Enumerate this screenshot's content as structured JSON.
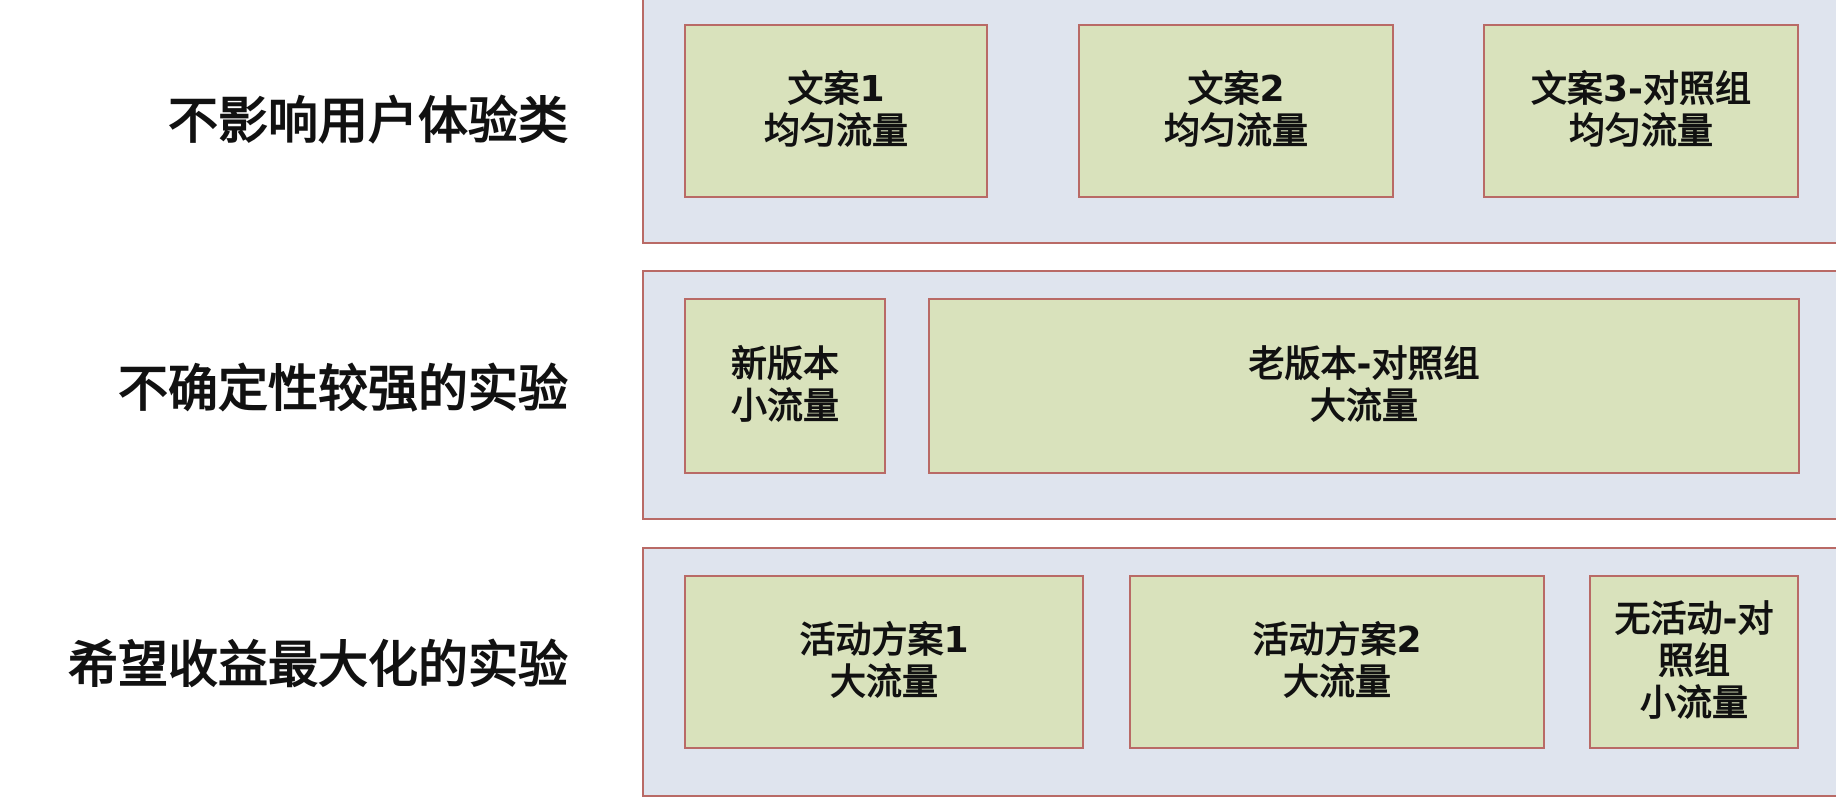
{
  "rows": [
    {
      "label": "不影响用户体验类",
      "boxes": [
        {
          "lines": [
            "文案1",
            "均匀流量"
          ]
        },
        {
          "lines": [
            "文案2",
            "均匀流量"
          ]
        },
        {
          "lines": [
            "文案3-对照组",
            "均匀流量"
          ]
        }
      ]
    },
    {
      "label": "不确定性较强的实验",
      "boxes": [
        {
          "lines": [
            "新版本",
            "小流量"
          ]
        },
        {
          "lines": [
            "老版本-对照组",
            "大流量"
          ]
        }
      ]
    },
    {
      "label": "希望收益最大化的实验",
      "boxes": [
        {
          "lines": [
            "活动方案1",
            "大流量"
          ]
        },
        {
          "lines": [
            "活动方案2",
            "大流量"
          ]
        },
        {
          "lines": [
            "无活动-对",
            "照组",
            "小流量"
          ]
        }
      ]
    }
  ],
  "colors": {
    "band_fill": "#dfe4ee",
    "box_fill": "#d9e2bc",
    "border": "#b96a66",
    "text": "#111111"
  }
}
